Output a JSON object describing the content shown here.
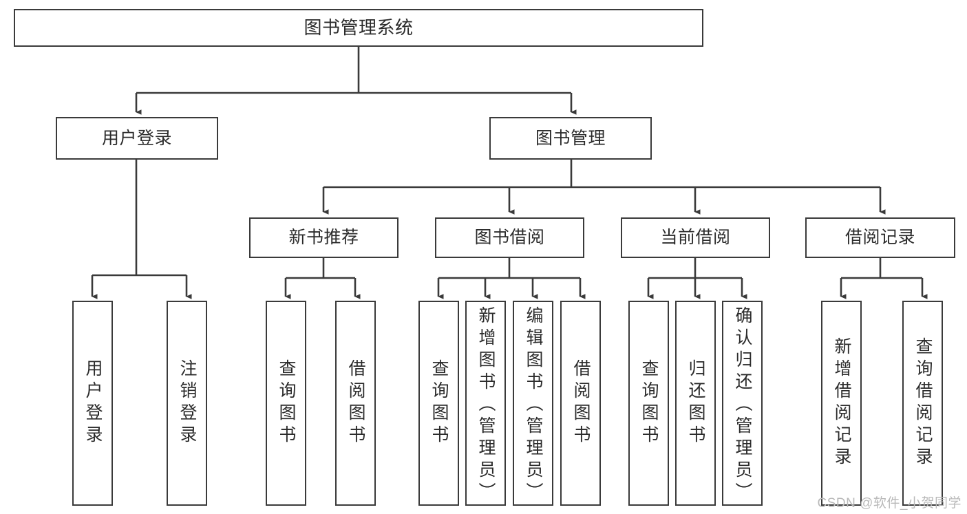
{
  "diagram": {
    "title": "图书管理系统",
    "type": "tree-hierarchy-chart",
    "orientation": "top-down",
    "colors": {
      "box_border": "#3a3a3a",
      "box_fill": "#ffffff",
      "edge": "#3a3a3a",
      "text": "#2b2b2b",
      "watermark": "#b9b9b9"
    }
  },
  "nodes": {
    "root": {
      "label": "图书管理系统"
    },
    "level2": [
      {
        "label": "用户登录"
      },
      {
        "label": "图书管理"
      }
    ],
    "level3": [
      {
        "label": "新书推荐"
      },
      {
        "label": "图书借阅"
      },
      {
        "label": "当前借阅"
      },
      {
        "label": "借阅记录"
      }
    ],
    "leaves": {
      "user_login": [
        {
          "label": "用户登录"
        },
        {
          "label": "注销登录"
        }
      ],
      "new_book_recommend": [
        {
          "label": "查询图书"
        },
        {
          "label": "借阅图书"
        }
      ],
      "book_borrow": [
        {
          "label": "查询图书"
        },
        {
          "label": "新增图书（管理员）"
        },
        {
          "label": "编辑图书（管理员）"
        },
        {
          "label": "借阅图书"
        }
      ],
      "current_borrow": [
        {
          "label": "查询图书"
        },
        {
          "label": "归还图书"
        },
        {
          "label": "确认归还（管理员）"
        }
      ],
      "borrow_record": [
        {
          "label": "新增借阅记录"
        },
        {
          "label": "查询借阅记录"
        }
      ]
    }
  },
  "watermark": {
    "text": "CSDN @软件_小贺同学"
  }
}
